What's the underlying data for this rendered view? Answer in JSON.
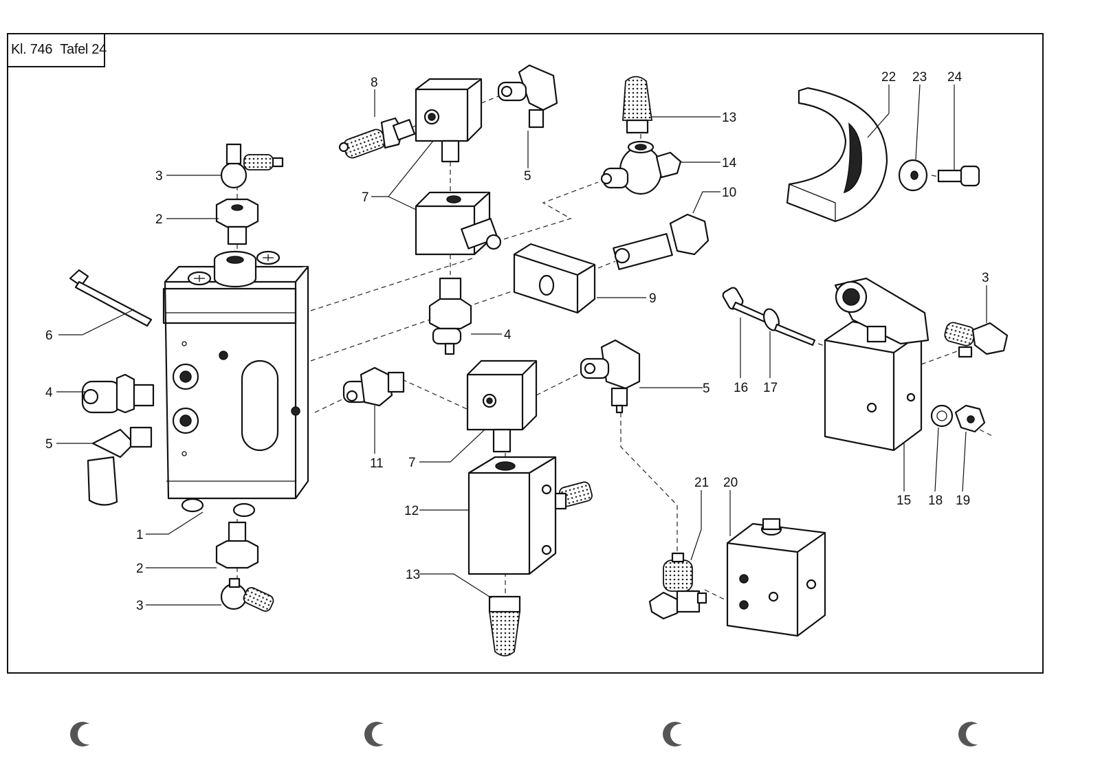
{
  "sheet": {
    "title_prefix": "Kl. 746",
    "title_suffix": "Tafel 24"
  },
  "callouts": [
    {
      "id": "c1",
      "text": "1"
    },
    {
      "id": "c2a",
      "text": "2"
    },
    {
      "id": "c2b",
      "text": "2"
    },
    {
      "id": "c3a",
      "text": "3"
    },
    {
      "id": "c3b",
      "text": "3"
    },
    {
      "id": "c3c",
      "text": "3"
    },
    {
      "id": "c4a",
      "text": "4"
    },
    {
      "id": "c4b",
      "text": "4"
    },
    {
      "id": "c5a",
      "text": "5"
    },
    {
      "id": "c5b",
      "text": "5"
    },
    {
      "id": "c5c",
      "text": "5"
    },
    {
      "id": "c6",
      "text": "6"
    },
    {
      "id": "c7a",
      "text": "7"
    },
    {
      "id": "c7b",
      "text": "7"
    },
    {
      "id": "c8",
      "text": "8"
    },
    {
      "id": "c9",
      "text": "9"
    },
    {
      "id": "c10",
      "text": "10"
    },
    {
      "id": "c11",
      "text": "11"
    },
    {
      "id": "c12",
      "text": "12"
    },
    {
      "id": "c13a",
      "text": "13"
    },
    {
      "id": "c13b",
      "text": "13"
    },
    {
      "id": "c14",
      "text": "14"
    },
    {
      "id": "c15",
      "text": "15"
    },
    {
      "id": "c16",
      "text": "16"
    },
    {
      "id": "c17",
      "text": "17"
    },
    {
      "id": "c18",
      "text": "18"
    },
    {
      "id": "c19",
      "text": "19"
    },
    {
      "id": "c20",
      "text": "20"
    },
    {
      "id": "c21",
      "text": "21"
    },
    {
      "id": "c22",
      "text": "22"
    },
    {
      "id": "c23",
      "text": "23"
    },
    {
      "id": "c24",
      "text": "24"
    }
  ],
  "binder_holes": 4
}
